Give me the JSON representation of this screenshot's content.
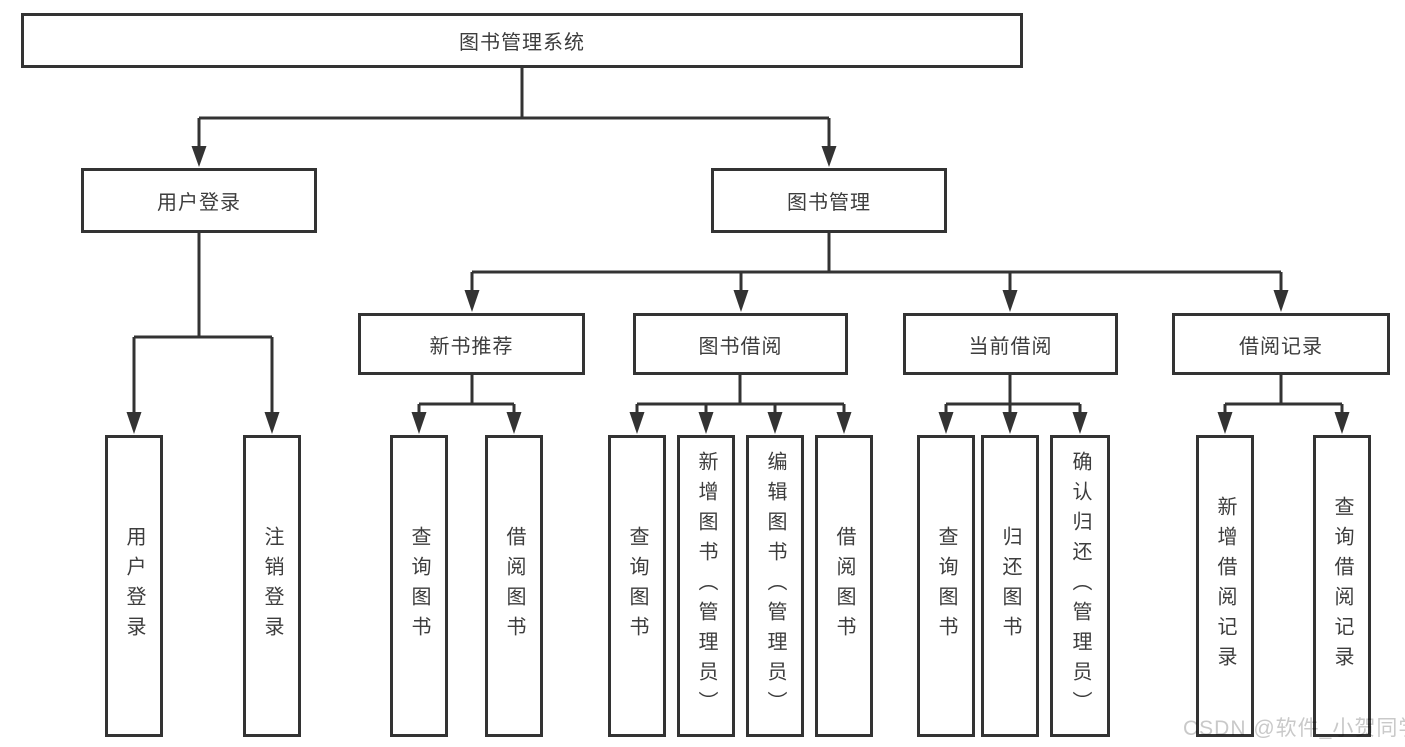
{
  "diagram": {
    "tree": {
      "label": "图书管理系统",
      "children": [
        {
          "label": "用户登录",
          "children": [
            {
              "label": "用户登录"
            },
            {
              "label": "注销登录"
            }
          ]
        },
        {
          "label": "图书管理",
          "children": [
            {
              "label": "新书推荐",
              "children": [
                {
                  "label": "查询图书"
                },
                {
                  "label": "借阅图书"
                }
              ]
            },
            {
              "label": "图书借阅",
              "children": [
                {
                  "label": "查询图书"
                },
                {
                  "label": "新增图书（管理员）"
                },
                {
                  "label": "编辑图书（管理员）"
                },
                {
                  "label": "借阅图书"
                }
              ]
            },
            {
              "label": "当前借阅",
              "children": [
                {
                  "label": "查询图书"
                },
                {
                  "label": "归还图书"
                },
                {
                  "label": "确认归还（管理员）"
                }
              ]
            },
            {
              "label": "借阅记录",
              "children": [
                {
                  "label": "新增借阅记录"
                },
                {
                  "label": "查询借阅记录"
                }
              ]
            }
          ]
        }
      ]
    },
    "colors": {
      "line": "#333333",
      "text": "#3d3d3d",
      "background": "#ffffff",
      "watermark": "#c9c9c9"
    }
  },
  "watermark": {
    "text": "CSDN @软件_小贺同学"
  }
}
